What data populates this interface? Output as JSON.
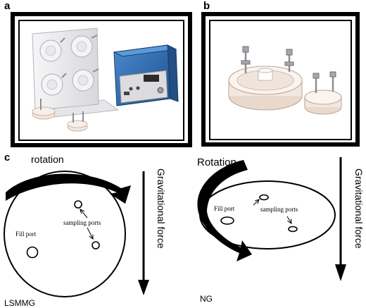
{
  "panels": {
    "a": "a",
    "b": "b",
    "c": "c"
  },
  "lsmmg": {
    "rotation_label": "rotation",
    "fill_port_label": "Fill port",
    "sampling_ports_label": "sampling ports",
    "force_label": "Gravitational force",
    "caption": "LSMMG"
  },
  "ng": {
    "rotation_label": "Rotation",
    "fill_port_label": "Fill port",
    "sampling_ports_label": "sampling ports",
    "force_label": "Gravitational force",
    "caption": "NG"
  },
  "colors": {
    "device_blue": "#2f6fb0",
    "device_white": "#eeeef0",
    "vessel_glass": "#f0e2d8"
  }
}
